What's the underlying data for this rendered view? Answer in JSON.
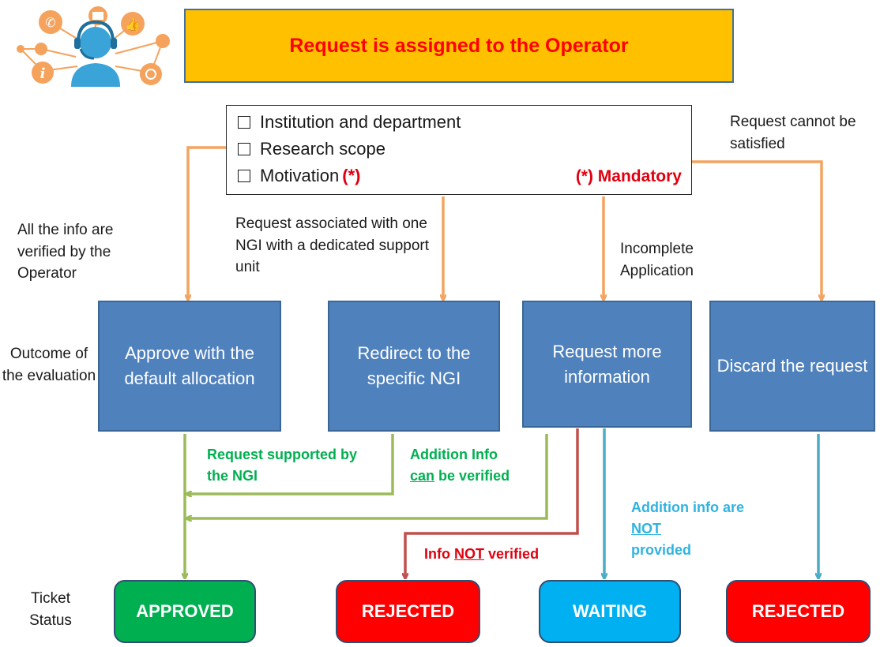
{
  "colors": {
    "banner_bg": "#ffc000",
    "banner_text": "#ff0000",
    "outcome_box": "#4f81bd",
    "arrow_orange": "#f4a460",
    "arrow_green": "#9bbb59",
    "arrow_red": "#c0504d",
    "arrow_blue": "#4bacc6",
    "approved": "#00b050",
    "rejected": "#ff0000",
    "waiting": "#00b0f0"
  },
  "banner": {
    "title": "Request is assigned to the Operator"
  },
  "checklist": {
    "items": [
      {
        "label": "Institution and department",
        "mandatory_mark": ""
      },
      {
        "label": "Research scope",
        "mandatory_mark": ""
      },
      {
        "label": "Motivation",
        "mandatory_mark": "(*)"
      }
    ],
    "mandatory_note": "(*) Mandatory"
  },
  "conditions": {
    "all_info_verified": "All the info are verified by the Operator",
    "ngi_support": "Request associated with one NGI with a dedicated support unit",
    "incomplete": "Incomplete Application",
    "cannot_satisfy": "Request cannot be satisfied"
  },
  "row_labels": {
    "outcome": "Outcome of the evaluation",
    "ticket_status": "Ticket Status"
  },
  "outcomes": [
    {
      "label": "Approve with the default allocation"
    },
    {
      "label": "Redirect to the specific NGI"
    },
    {
      "label": "Request more information"
    },
    {
      "label": "Discard the request"
    }
  ],
  "edge_labels": {
    "supported_by_ngi": "Request supported by the NGI",
    "addition_info": "Addition Info",
    "can": "can",
    "be_verified": "be verified",
    "info": "Info",
    "not": "NOT",
    "verified": "verified",
    "addition_info_are": "Addition info are",
    "provided": "provided"
  },
  "statuses": [
    {
      "label": "APPROVED",
      "color": "#00b050"
    },
    {
      "label": "REJECTED",
      "color": "#ff0000"
    },
    {
      "label": "WAITING",
      "color": "#00b0f0"
    },
    {
      "label": "REJECTED",
      "color": "#ff0000"
    }
  ],
  "icons": [
    "phone-icon",
    "email-icon",
    "thumbs-up-icon",
    "info-icon",
    "lightbulb-icon",
    "award-icon",
    "operator-headset-icon"
  ]
}
